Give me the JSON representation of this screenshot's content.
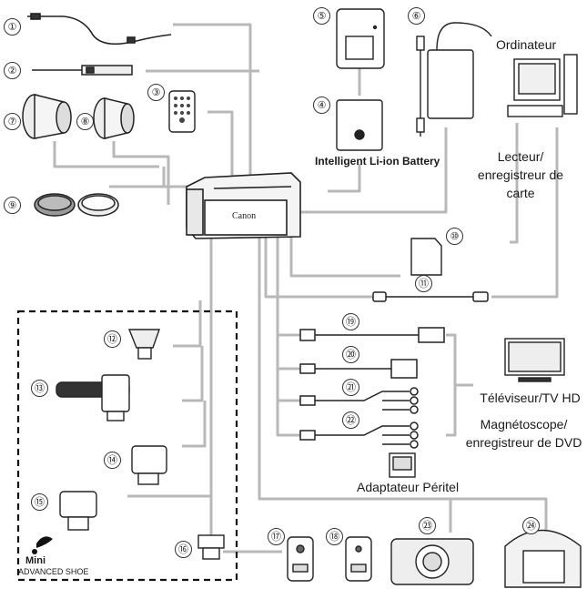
{
  "labels": {
    "computer": "Ordinateur",
    "card_reader": [
      "Lecteur/",
      "enregistreur de",
      "carte"
    ],
    "tv": "Téléviseur/TV HD",
    "vcr": [
      "Magnétoscope/",
      "enregistreur de DVD"
    ],
    "scart": "Adaptateur Péritel",
    "battery": "Intelligent Li-ion Battery",
    "shoe_line1": "Mini",
    "shoe_line2": "ADVANCED SHOE",
    "canon": "Canon"
  },
  "numbers": [
    "①",
    "②",
    "③",
    "④",
    "⑤",
    "⑥",
    "⑦",
    "⑧",
    "⑨",
    "⑩",
    "⑪",
    "⑫",
    "⑬",
    "⑭",
    "⑮",
    "⑯",
    "⑰",
    "⑱",
    "⑲",
    "⑳",
    "㉑",
    "㉒",
    "㉓",
    "㉔"
  ],
  "colors": {
    "line": "#b4b4b4",
    "ink": "#1a1a1a",
    "dash": "#111111"
  }
}
